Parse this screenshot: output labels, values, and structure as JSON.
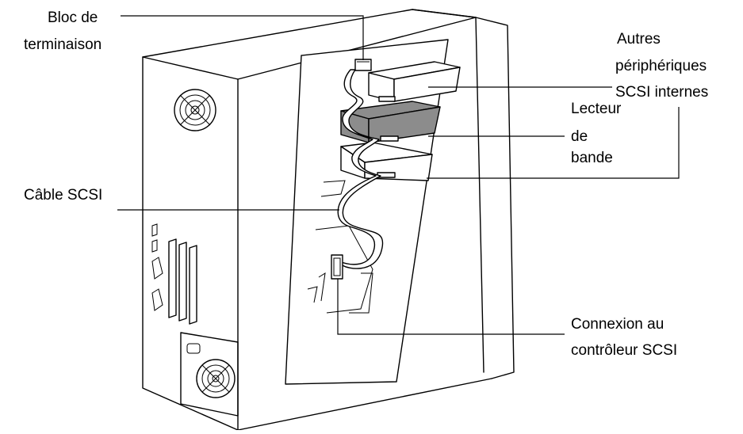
{
  "labels": {
    "terminator": [
      "Bloc de",
      "terminaison"
    ],
    "other_devices": [
      "Autres",
      "périphériques",
      "SCSI internes"
    ],
    "tape_drive": [
      "Lecteur",
      "de",
      "bande"
    ],
    "scsi_cable": [
      "Câble SCSI"
    ],
    "controller": [
      "Connexion au",
      "contrôleur SCSI"
    ]
  },
  "colors": {
    "line": "#000000",
    "background": "#ffffff",
    "tape_drive_fill": "#8c8c8c"
  }
}
